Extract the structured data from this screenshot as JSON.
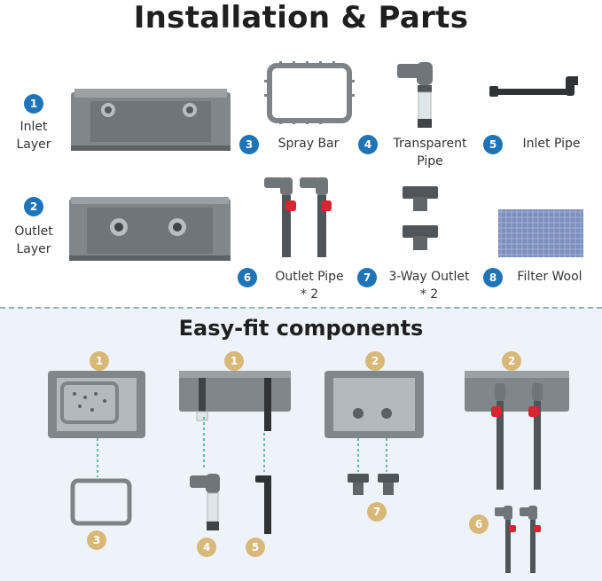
{
  "header": {
    "title": "Installation & Parts"
  },
  "parts": [
    {
      "num": "1",
      "line1": "Inlet",
      "line2": "Layer"
    },
    {
      "num": "2",
      "line1": "Outlet",
      "line2": "Layer"
    },
    {
      "num": "3",
      "line1": "Spray Bar",
      "line2": ""
    },
    {
      "num": "4",
      "line1": "Transparent",
      "line2": "Pipe"
    },
    {
      "num": "5",
      "line1": "Inlet Pipe",
      "line2": ""
    },
    {
      "num": "6",
      "line1": "Outlet Pipe",
      "line2": "* 2"
    },
    {
      "num": "7",
      "line1": "3-Way Outlet",
      "line2": "* 2"
    },
    {
      "num": "8",
      "line1": "Filter Wool",
      "line2": ""
    }
  ],
  "easy": {
    "title": "Easy-fit components",
    "badges": [
      "1",
      "1",
      "2",
      "2",
      "3",
      "4",
      "5",
      "7",
      "6"
    ]
  },
  "colors": {
    "badge": "#1f73b7",
    "easy_badge": "#d9b877",
    "part_gray": "#7d8387",
    "valve_red": "#d6262f"
  }
}
